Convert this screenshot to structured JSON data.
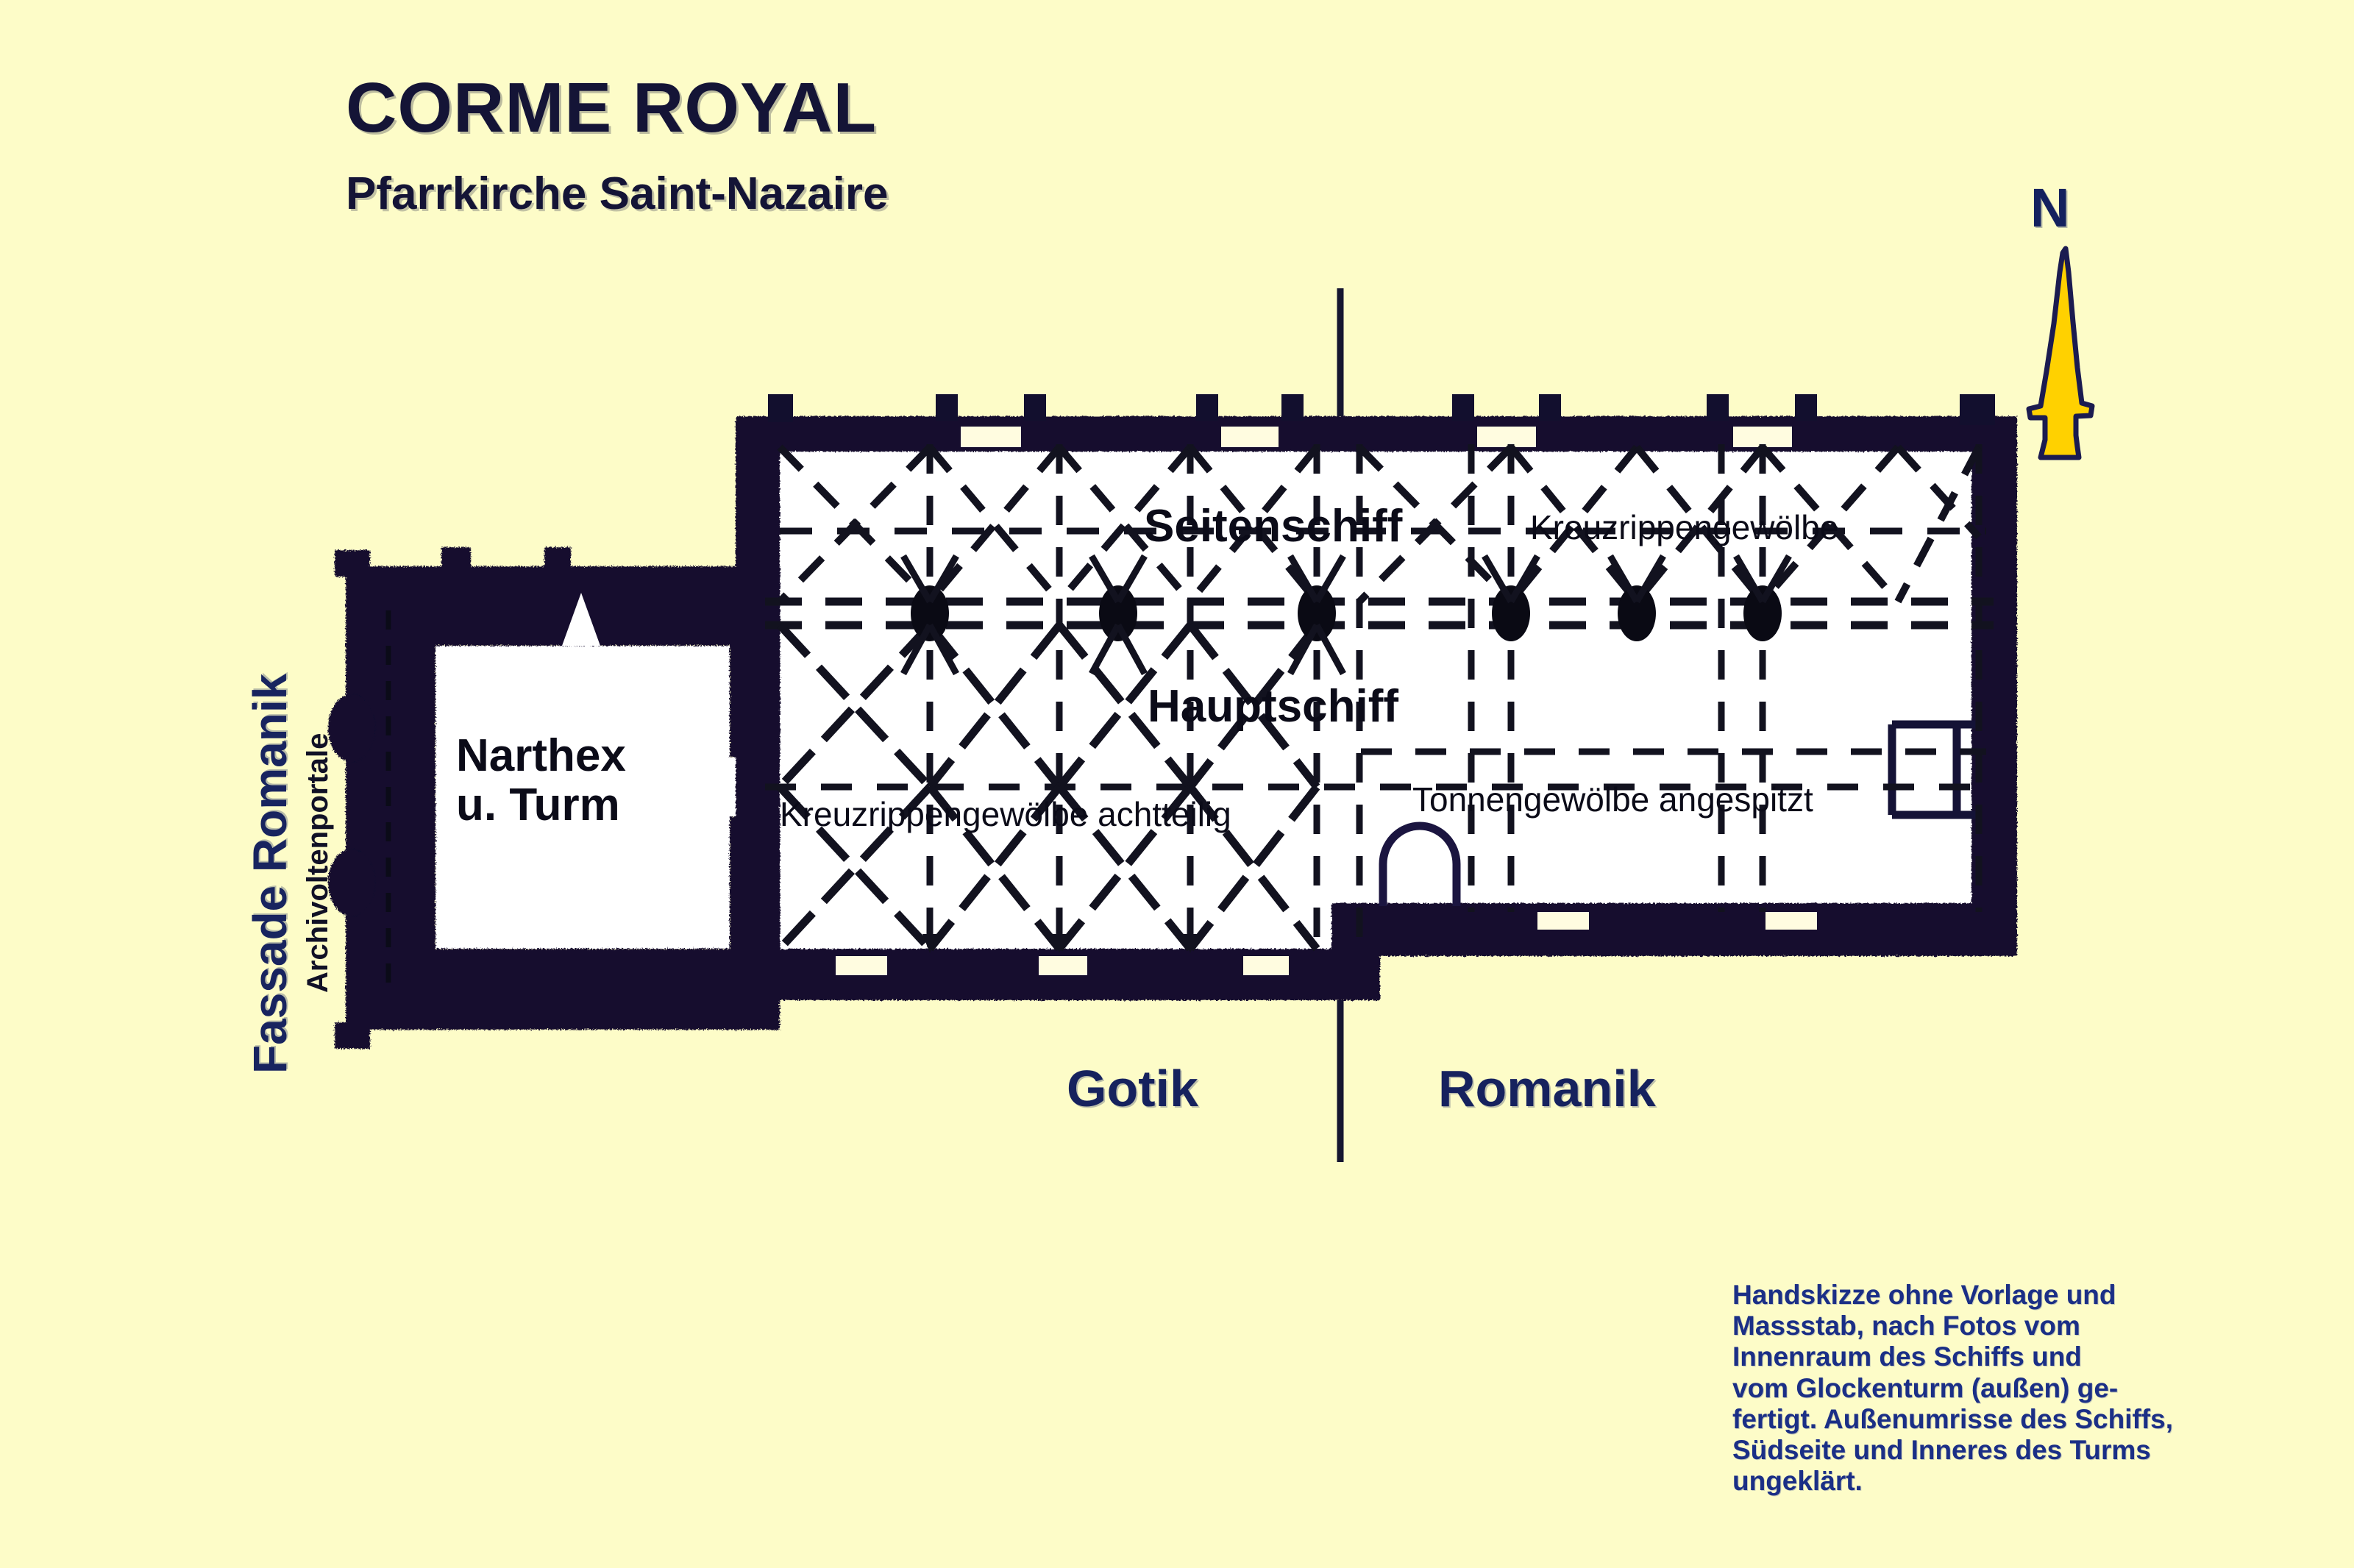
{
  "title": {
    "main": "CORME ROYAL",
    "sub": "Pfarrkirche Saint-Nazaire"
  },
  "compass": {
    "label": "N",
    "icon": "north-arrow-icon",
    "fill_color": "#FFD100",
    "stroke_color": "#1b1b50"
  },
  "side_labels": {
    "facade": "Fassade Romanik",
    "portals": "Archivoltenportale"
  },
  "plan_labels": {
    "narthex_line1": "Narthex",
    "narthex_line2": "u. Turm",
    "side_aisle": "Seitenschiff",
    "nave": "Hauptschiff",
    "rib_vault_right": "Kreuzrippengewölbe",
    "rib_vault_eight": "Kreuzrippengewölbe achtteilig",
    "barrel_vault": "Tonnengewölbe angespitzt"
  },
  "epochs": {
    "left": "Gotik",
    "right": "Romanik"
  },
  "footnote": {
    "lines": [
      "Handskizze ohne Vorlage und",
      "Massstab, nach Fotos vom",
      "Innenraum des Schiffs und",
      "vom  Glockenturm (außen) ge-",
      "fertigt. Außenumrisse des Schiffs,",
      "Südseite und Inneres des Turms",
      "ungeklärt."
    ]
  },
  "colors": {
    "background": "#FDFCC8",
    "wall": "#120f2e",
    "interior": "#FFFFFF",
    "text_navy": "#16225e",
    "text_black": "#0b0b18",
    "accent_yellow": "#FFD100"
  }
}
